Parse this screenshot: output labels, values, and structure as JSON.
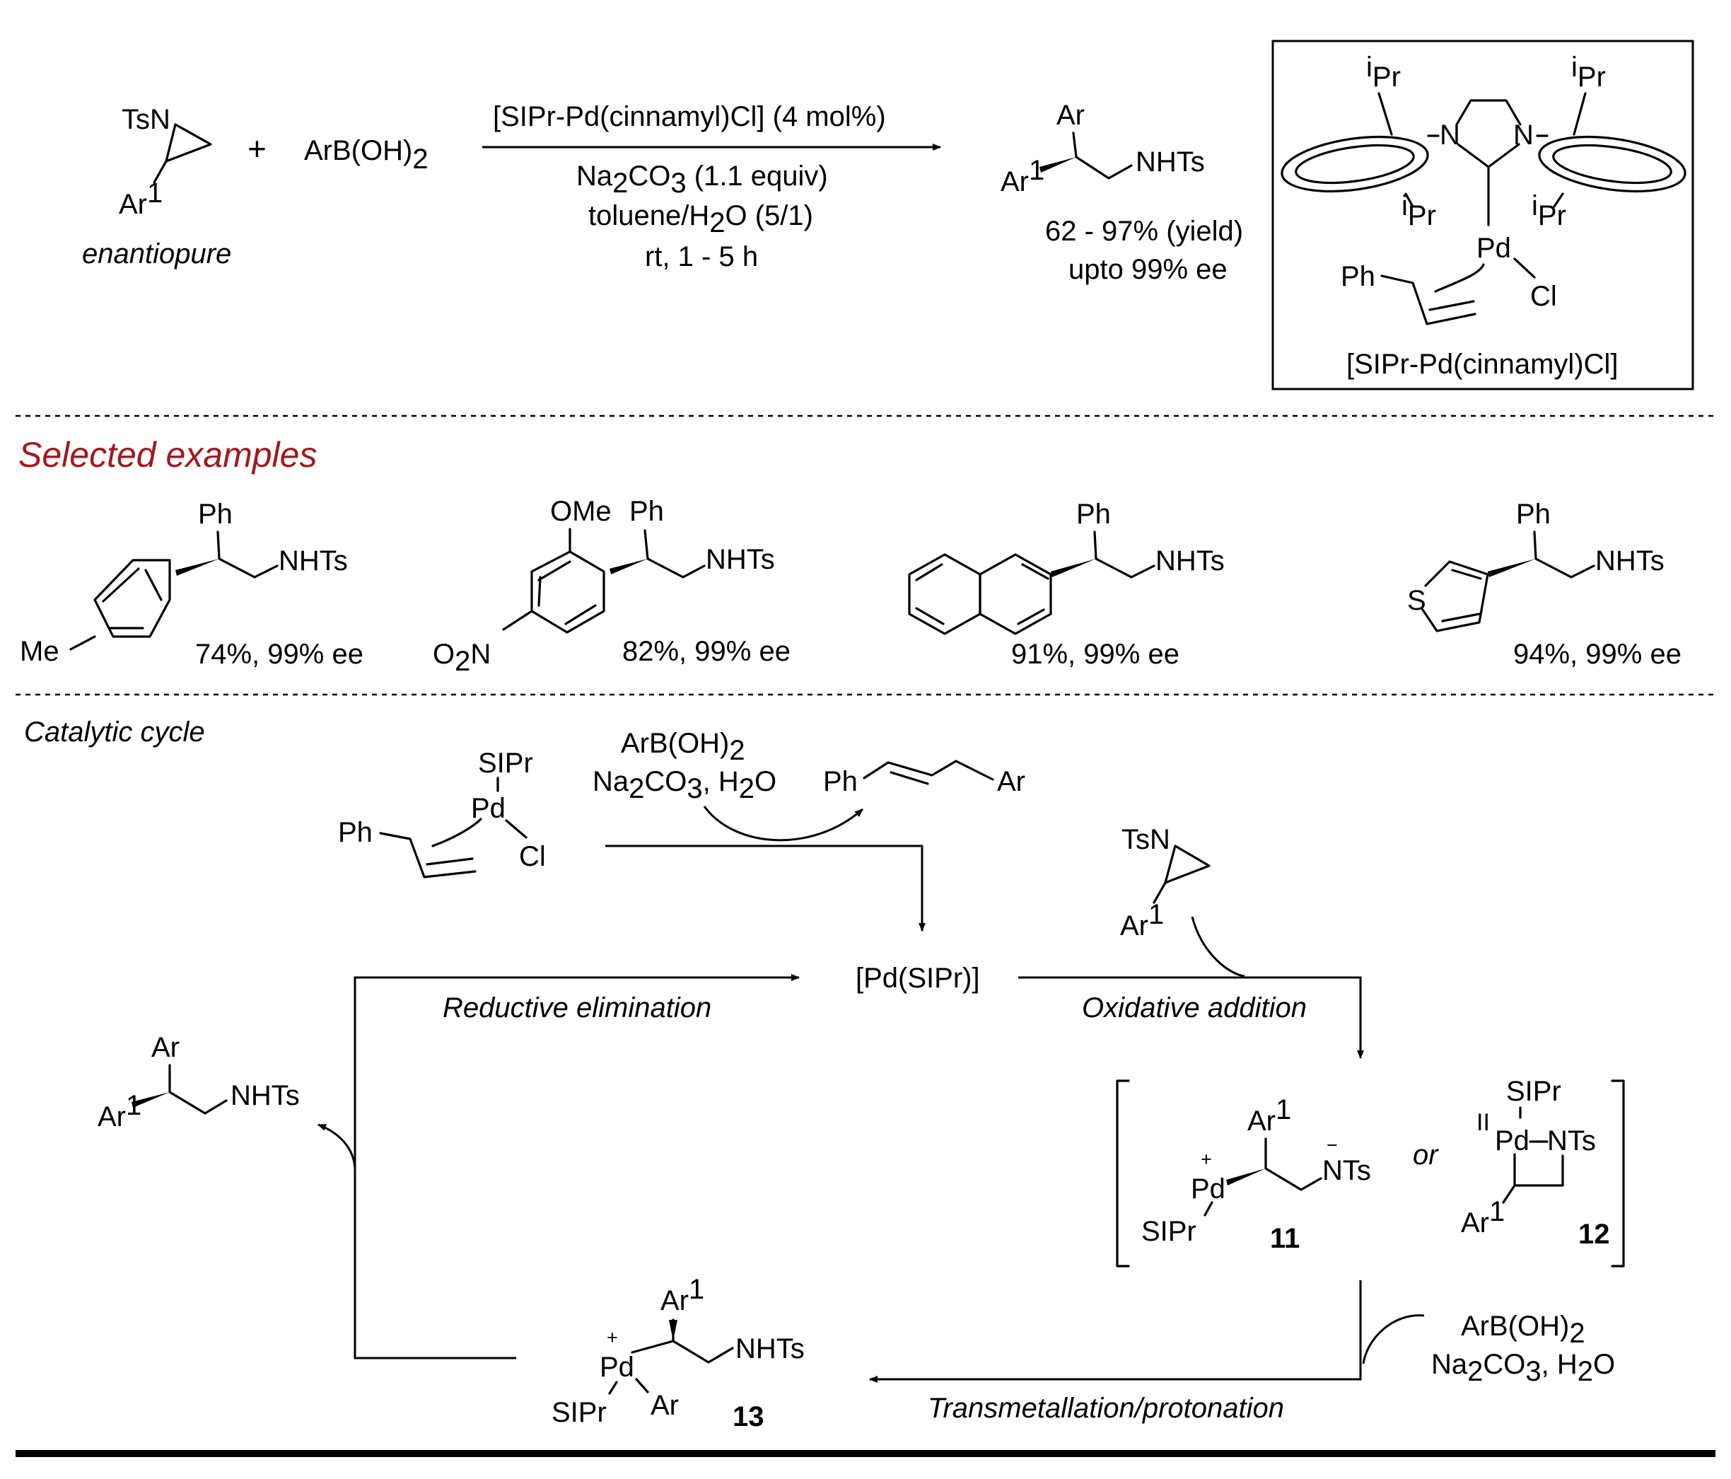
{
  "top": {
    "reagent": "TsN",
    "ar1": "Ar",
    "ar1_sup": "1",
    "reagent_note": "enantiopure",
    "plus": "+",
    "boronic": "ArB(OH)",
    "boronic_sub": "2",
    "catalyst_line": "[SIPr-Pd(cinnamyl)Cl] (4 mol%)",
    "cond_na": "Na",
    "cond_na_sub": "2",
    "cond_co": "CO",
    "cond_co_sub": "3",
    "cond_equiv": " (1.1 equiv)",
    "cond_solv1": "toluene/H",
    "cond_solv_sub": "2",
    "cond_solv2": "O (5/1)",
    "cond_time": "rt, 1 - 5 h",
    "product_ar": "Ar",
    "product_ar1": "Ar",
    "product_ar1_sup": "1",
    "product_nhts": "NHTs",
    "yield": "62 - 97% (yield)",
    "ee": "upto 99% ee"
  },
  "catalyst_box": {
    "ipr_i": "i",
    "ipr_pr": "Pr",
    "n": "N",
    "pd": "Pd",
    "cl": "Cl",
    "ph": "Ph",
    "caption": "[SIPr-Pd(cinnamyl)Cl]"
  },
  "examples": {
    "heading": "Selected examples",
    "items": [
      {
        "ph": "Ph",
        "nhts": "NHTs",
        "sub": "Me",
        "result": "74%, 99% ee"
      },
      {
        "ph": "Ph",
        "nhts": "NHTs",
        "sub": "OMe",
        "sub2": "O",
        "sub2_sub": "2",
        "sub2_n": "N",
        "result": "82%, 99% ee"
      },
      {
        "ph": "Ph",
        "nhts": "NHTs",
        "result": "91%, 99% ee"
      },
      {
        "ph": "Ph",
        "nhts": "NHTs",
        "sub": "S",
        "result": "94%, 99% ee"
      }
    ]
  },
  "cycle": {
    "heading": "Catalytic cycle",
    "precat_sipr": "SIPr",
    "precat_pd": "Pd",
    "precat_cl": "Cl",
    "precat_ph": "Ph",
    "act_boronic": "ArB(OH)",
    "act_boronic_sub": "2",
    "act_na": "Na",
    "act_na_sub": "2",
    "act_co": "CO",
    "act_co_sub": "3",
    "act_h": ", H",
    "act_h_sub": "2",
    "act_o": "O",
    "byproduct_ph": "Ph",
    "byproduct_ar": "Ar",
    "pd0": "[Pd(SIPr)]",
    "aziridine_tsn": "TsN",
    "aziridine_ar": "Ar",
    "aziridine_sup": "1",
    "step_oxidative": "Oxidative addition",
    "step_reductive": "Reductive elimination",
    "step_trans": "Transmetallation/protonation",
    "int11_ar1": "Ar",
    "int11_sup": "1",
    "int11_plus": "+",
    "int11_pd": "Pd",
    "int11_sipr": "SIPr",
    "int11_minus": "−",
    "int11_nts": "NTs",
    "int11_label": "11",
    "or": "or",
    "int12_sipr": "SIPr",
    "int12_ii": "II",
    "int12_pd": "Pd",
    "int12_nts": "NTs",
    "int12_ar": "Ar",
    "int12_sup": "1",
    "int12_label": "12",
    "tm_boronic": "ArB(OH)",
    "tm_boronic_sub": "2",
    "tm_na": "Na",
    "tm_na_sub": "2",
    "tm_co": "CO",
    "tm_co_sub": "3",
    "tm_h": ", H",
    "tm_h_sub": "2",
    "tm_o": "O",
    "int13_ar1": "Ar",
    "int13_sup": "1",
    "int13_plus": "+",
    "int13_pd": "Pd",
    "int13_nhts": "NHTs",
    "int13_sipr": "SIPr",
    "int13_ar": "Ar",
    "int13_label": "13",
    "prod_ar": "Ar",
    "prod_ar1": "Ar",
    "prod_sup": "1",
    "prod_nhts": "NHTs"
  }
}
